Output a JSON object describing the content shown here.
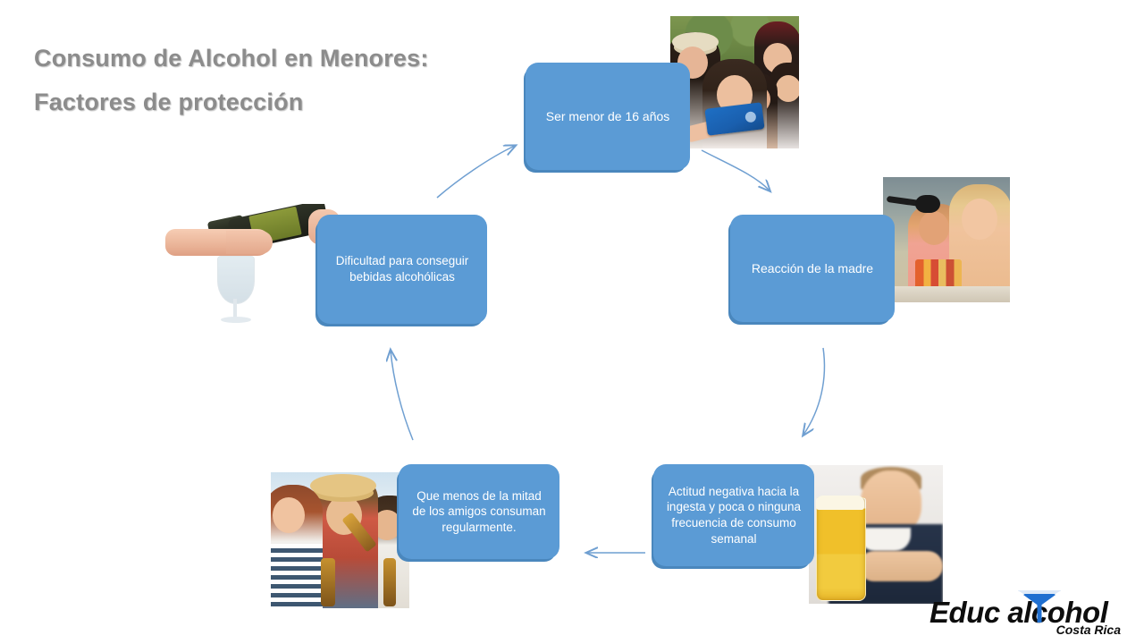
{
  "slide": {
    "title_line_1": "Consumo de Alcohol en Menores:",
    "title_line_2": "Factores de protección",
    "title_color": "#8c8c8c",
    "background": "#ffffff"
  },
  "colors": {
    "node_fill": "#5b9bd5",
    "node_shadow": "#4a87bd",
    "node_text": "#ffffff",
    "arrow_stroke": "#6f9fd1"
  },
  "cycle": {
    "nodes": [
      {
        "id": "age",
        "label": "Ser menor de 16 años"
      },
      {
        "id": "mother",
        "label": "Reacción de la madre"
      },
      {
        "id": "attitude",
        "label": "Actitud negativa hacia la ingesta y poca o ninguna frecuencia de consumo semanal"
      },
      {
        "id": "friends",
        "label": "Que menos de la mitad de los amigos consuman regularmente."
      },
      {
        "id": "difficulty",
        "label": "Dificultad para conseguir bebidas alcohólicas"
      }
    ],
    "arrows": [
      {
        "id": "difficulty-to-age",
        "from": "difficulty",
        "to": "age",
        "direction": "up-right"
      },
      {
        "id": "age-to-mother",
        "from": "age",
        "to": "mother",
        "direction": "down-right"
      },
      {
        "id": "mother-to-attitude",
        "from": "mother",
        "to": "attitude",
        "direction": "down-left"
      },
      {
        "id": "attitude-to-friends",
        "from": "attitude",
        "to": "friends",
        "direction": "left"
      },
      {
        "id": "friends-to-difficulty",
        "from": "friends",
        "to": "difficulty",
        "direction": "up-left"
      }
    ]
  },
  "photos": [
    {
      "id": "selfie",
      "alt": "Grupo de jóvenes tomándose una selfie"
    },
    {
      "id": "mother",
      "alt": "Madre e hija en un escritorio con lámpara"
    },
    {
      "id": "beerman",
      "alt": "Hombre junto a un vaso de cerveza"
    },
    {
      "id": "friends",
      "alt": "Amigos bebiendo cerveza al aire libre"
    },
    {
      "id": "wine",
      "alt": "Mano rechazando una copa de vino"
    }
  ],
  "logo": {
    "name": "EducAlcohol",
    "text": "Educ    alcohol",
    "subtitle": "Costa Rica",
    "mark_color": "#1f6fd0"
  }
}
